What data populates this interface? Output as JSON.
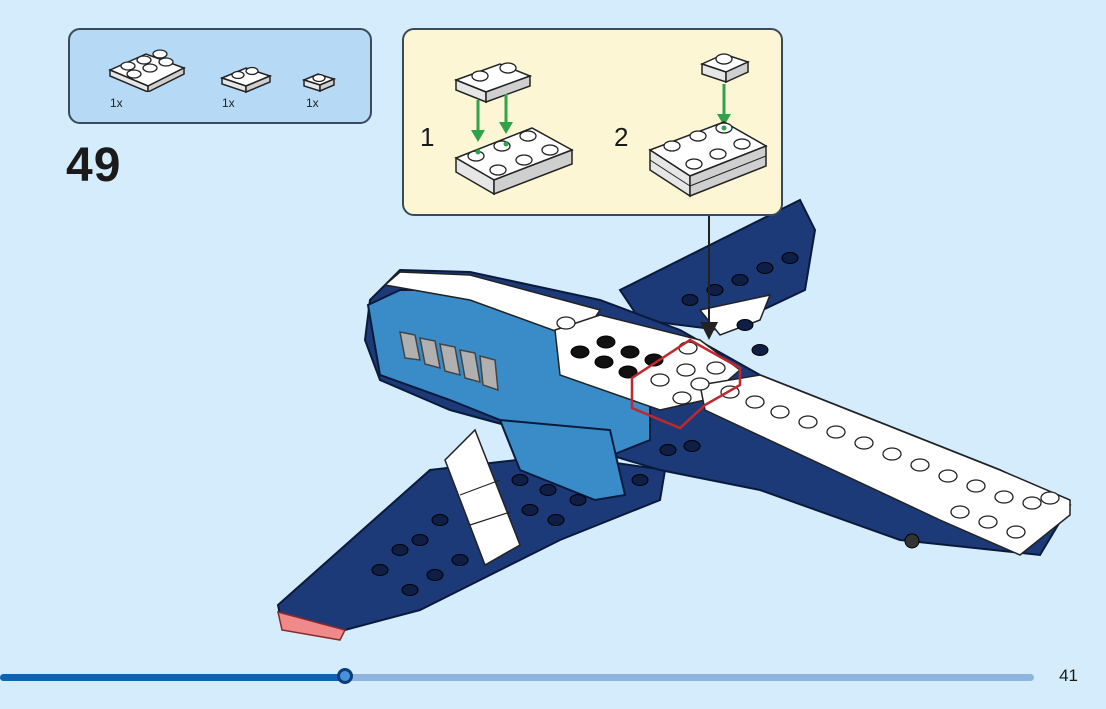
{
  "step": {
    "number": "49"
  },
  "parts_list": [
    {
      "name": "plate-2x3-white",
      "qty": "1x"
    },
    {
      "name": "plate-1x2-white",
      "qty": "1x"
    },
    {
      "name": "plate-1x1-white",
      "qty": "1x"
    }
  ],
  "callout": {
    "substeps": [
      {
        "label": "1"
      },
      {
        "label": "2"
      }
    ]
  },
  "progress": {
    "fraction": 0.334
  },
  "page": {
    "number": "41"
  },
  "colors": {
    "background": "#d4ecfb",
    "parts_box": "#b6daf5",
    "callout_box": "#fdf6d4",
    "dark_blue": "#1d3a78",
    "medium_blue": "#3a8cc8",
    "white_brick": "#ffffff",
    "highlight": "#c0282d",
    "arrow_green": "#2fa34a",
    "progress_fill": "#0b63b3"
  }
}
